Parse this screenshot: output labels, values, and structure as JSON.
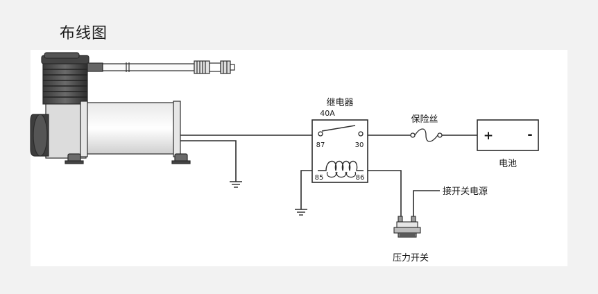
{
  "title": "布线图",
  "relay": {
    "name": "继电器",
    "rating": "40A",
    "pins": {
      "p87": "87",
      "p30": "30",
      "p85": "85",
      "p86": "86"
    }
  },
  "fuse": {
    "label": "保险丝"
  },
  "battery": {
    "label": "电池",
    "plus": "+",
    "minus": "-"
  },
  "power_note": "接开关电源",
  "pressure_switch": {
    "label": "压力开关"
  },
  "colors": {
    "line": "#2b2b2b",
    "background": "#f2f2f2",
    "panel": "#ffffff"
  }
}
